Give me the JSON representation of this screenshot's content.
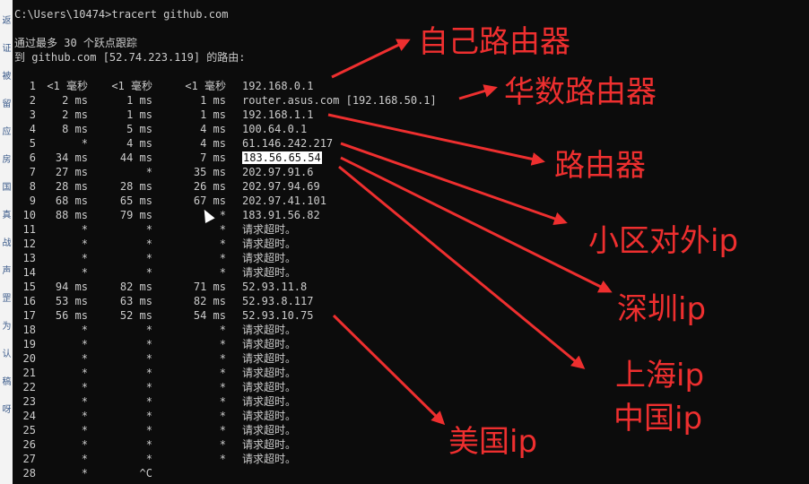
{
  "terminal": {
    "command_line": "C:\\Users\\10474>tracert github.com",
    "header_line1": "通过最多 30 个跃点跟踪",
    "header_line2": "到 github.com [52.74.223.119] 的路由:",
    "hops": [
      {
        "n": "1",
        "r1": "<1 毫秒",
        "r2": "<1 毫秒",
        "r3": "<1 毫秒",
        "host": "192.168.0.1"
      },
      {
        "n": "2",
        "r1": "2 ms",
        "r2": "1 ms",
        "r3": "1 ms",
        "host": "router.asus.com [192.168.50.1]"
      },
      {
        "n": "3",
        "r1": "2 ms",
        "r2": "1 ms",
        "r3": "1 ms",
        "host": "192.168.1.1"
      },
      {
        "n": "4",
        "r1": "8 ms",
        "r2": "5 ms",
        "r3": "4 ms",
        "host": "100.64.0.1"
      },
      {
        "n": "5",
        "r1": "*",
        "r2": "4 ms",
        "r3": "4 ms",
        "host": "61.146.242.217"
      },
      {
        "n": "6",
        "r1": "34 ms",
        "r2": "44 ms",
        "r3": "7 ms",
        "host": "183.56.65.54"
      },
      {
        "n": "7",
        "r1": "27 ms",
        "r2": "*",
        "r3": "35 ms",
        "host": "202.97.91.6"
      },
      {
        "n": "8",
        "r1": "28 ms",
        "r2": "28 ms",
        "r3": "26 ms",
        "host": "202.97.94.69"
      },
      {
        "n": "9",
        "r1": "68 ms",
        "r2": "65 ms",
        "r3": "67 ms",
        "host": "202.97.41.101"
      },
      {
        "n": "10",
        "r1": "88 ms",
        "r2": "79 ms",
        "r3": "*",
        "host": "183.91.56.82"
      },
      {
        "n": "11",
        "r1": "*",
        "r2": "*",
        "r3": "*",
        "host": "请求超时。"
      },
      {
        "n": "12",
        "r1": "*",
        "r2": "*",
        "r3": "*",
        "host": "请求超时。"
      },
      {
        "n": "13",
        "r1": "*",
        "r2": "*",
        "r3": "*",
        "host": "请求超时。"
      },
      {
        "n": "14",
        "r1": "*",
        "r2": "*",
        "r3": "*",
        "host": "请求超时。"
      },
      {
        "n": "15",
        "r1": "94 ms",
        "r2": "82 ms",
        "r3": "71 ms",
        "host": "52.93.11.8"
      },
      {
        "n": "16",
        "r1": "53 ms",
        "r2": "63 ms",
        "r3": "82 ms",
        "host": "52.93.8.117"
      },
      {
        "n": "17",
        "r1": "56 ms",
        "r2": "52 ms",
        "r3": "54 ms",
        "host": "52.93.10.75"
      },
      {
        "n": "18",
        "r1": "*",
        "r2": "*",
        "r3": "*",
        "host": "请求超时。"
      },
      {
        "n": "19",
        "r1": "*",
        "r2": "*",
        "r3": "*",
        "host": "请求超时。"
      },
      {
        "n": "20",
        "r1": "*",
        "r2": "*",
        "r3": "*",
        "host": "请求超时。"
      },
      {
        "n": "21",
        "r1": "*",
        "r2": "*",
        "r3": "*",
        "host": "请求超时。"
      },
      {
        "n": "22",
        "r1": "*",
        "r2": "*",
        "r3": "*",
        "host": "请求超时。"
      },
      {
        "n": "23",
        "r1": "*",
        "r2": "*",
        "r3": "*",
        "host": "请求超时。"
      },
      {
        "n": "24",
        "r1": "*",
        "r2": "*",
        "r3": "*",
        "host": "请求超时。"
      },
      {
        "n": "25",
        "r1": "*",
        "r2": "*",
        "r3": "*",
        "host": "请求超时。"
      },
      {
        "n": "26",
        "r1": "*",
        "r2": "*",
        "r3": "*",
        "host": "请求超时。"
      },
      {
        "n": "27",
        "r1": "*",
        "r2": "*",
        "r3": "*",
        "host": "请求超时。"
      },
      {
        "n": "28",
        "r1": "*",
        "r2": "^C",
        "r3": "",
        "host": ""
      }
    ],
    "highlighted_hop_index": 5
  },
  "side_strip_chars": [
    "返",
    "证",
    "被",
    "留",
    "应",
    "房",
    "国",
    "真",
    "战",
    "声",
    "罡",
    "为",
    "认",
    "稿",
    "呀"
  ],
  "annotations": {
    "own_router": "自己路由器",
    "asus_router": "华数路由器",
    "router": "路由器",
    "community_ip": "小区对外ip",
    "shenzhen_ip": "深圳ip",
    "shanghai_ip": "上海ip",
    "china_ip": "中国ip",
    "usa_ip": "美国ip"
  },
  "colors": {
    "background": "#0c0c0c",
    "text": "#cccccc",
    "annotation": "#ee2f2f",
    "highlight_bg": "#ffffff"
  }
}
